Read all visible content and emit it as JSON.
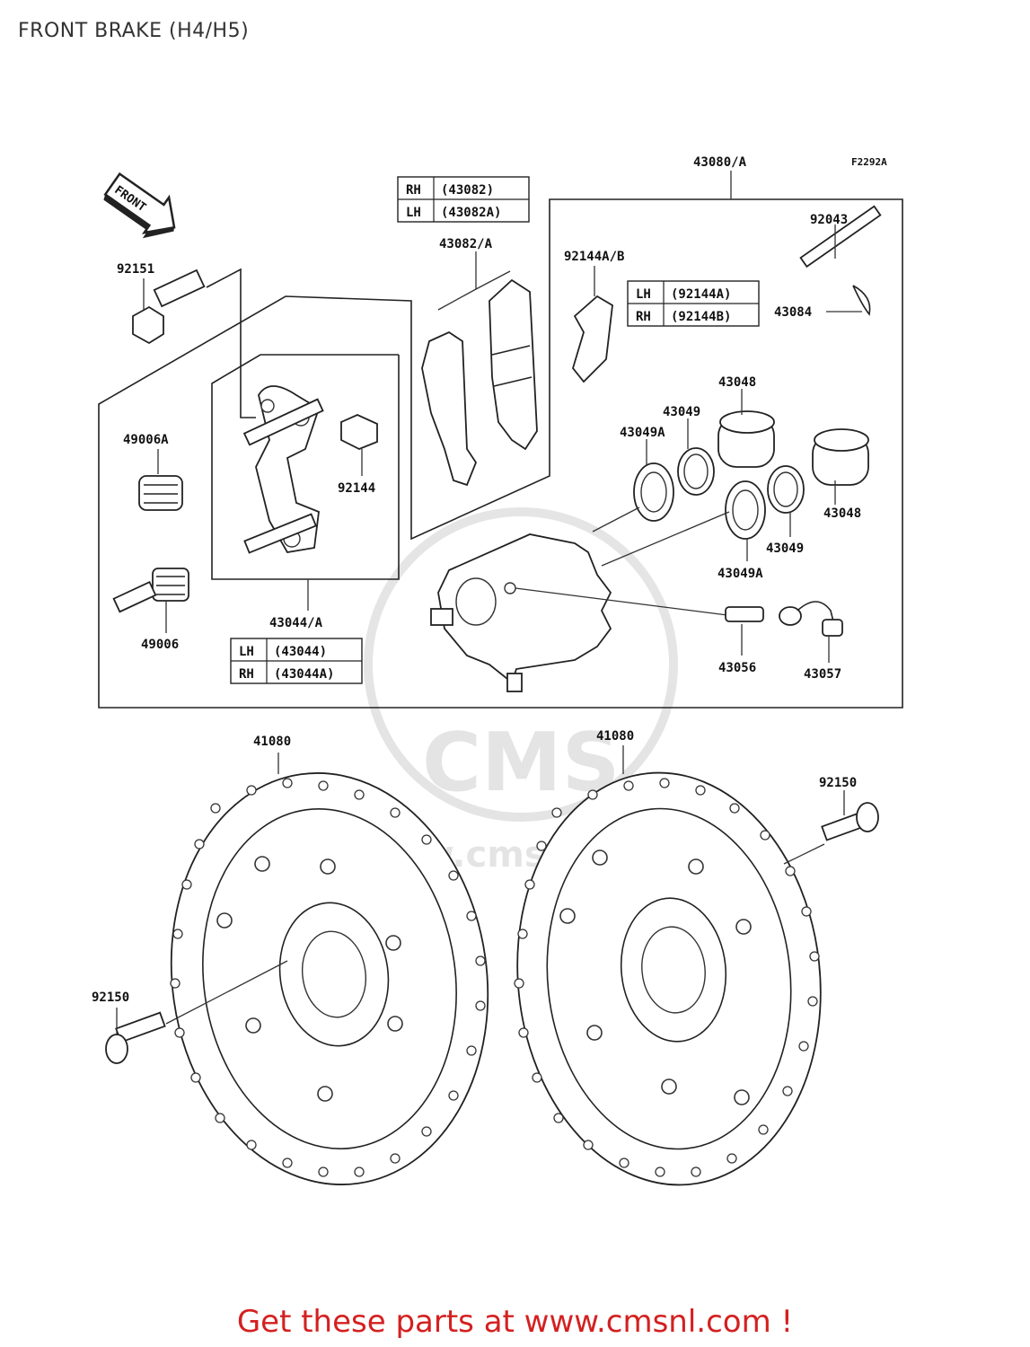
{
  "title": "FRONT BRAKE (H4/H5)",
  "figure_code": "F2292A",
  "front_arrow": "FRONT",
  "watermark": "www.cmsnl.com",
  "footer_cta": "Get these parts at www.cmsnl.com !",
  "callouts": {
    "c43080": "43080/A",
    "c92043": "92043",
    "c43084": "43084",
    "c92144ab": "92144A/B",
    "c43082a": "43082/A",
    "c92151": "92151",
    "c49006a": "49006A",
    "c92144": "92144",
    "c49006": "49006",
    "c43044a": "43044/A",
    "c43048_top": "43048",
    "c43049_top": "43049",
    "c43049a_top": "43049A",
    "c43048_right": "43048",
    "c43049_right": "43049",
    "c43049a_bottom": "43049A",
    "c43056": "43056",
    "c43057": "43057",
    "c41080_left": "41080",
    "c41080_right": "41080",
    "c92150_right": "92150",
    "c92150_left": "92150"
  },
  "tables": {
    "pads": [
      {
        "side": "RH",
        "part": "(43082)"
      },
      {
        "side": "LH",
        "part": "(43082A)"
      }
    ],
    "clips": [
      {
        "side": "LH",
        "part": "(92144A)"
      },
      {
        "side": "RH",
        "part": "(92144B)"
      }
    ],
    "brackets": [
      {
        "side": "LH",
        "part": "(43044)"
      },
      {
        "side": "RH",
        "part": "(43044A)"
      }
    ]
  }
}
